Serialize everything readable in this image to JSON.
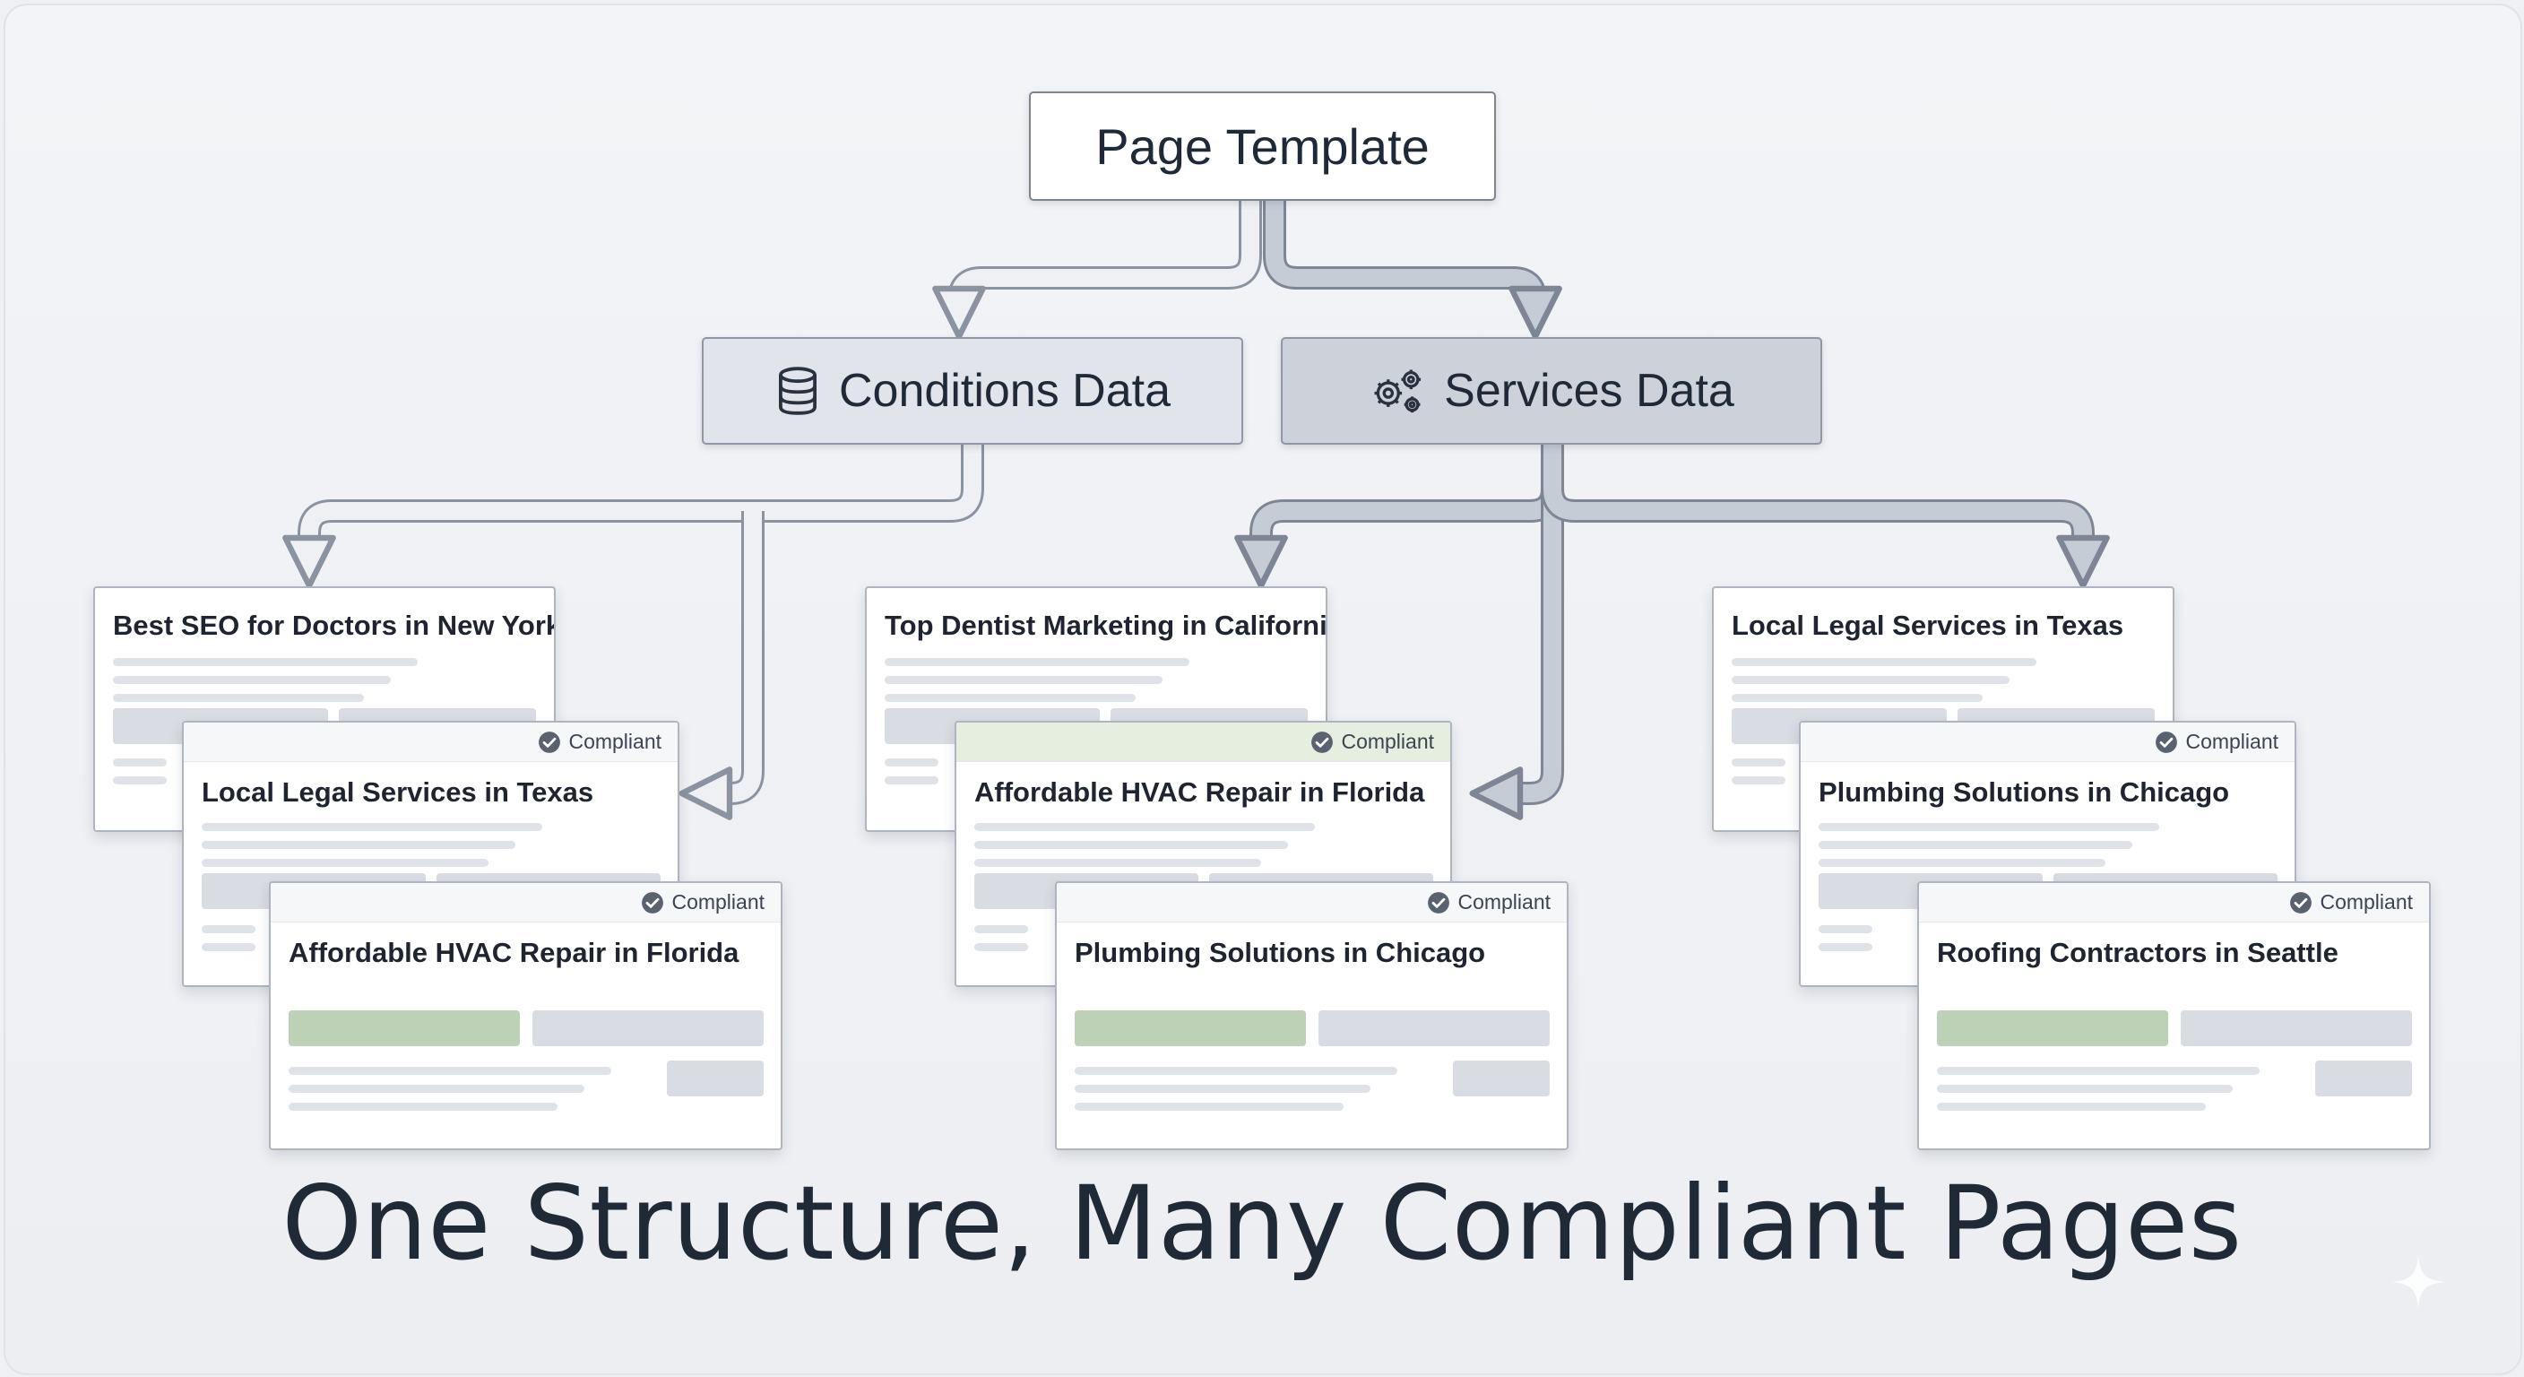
{
  "diagram": {
    "template_label": "Page Template",
    "conditions_label": "Conditions Data",
    "services_label": "Services Data",
    "headline": "One Structure, Many Compliant Pages",
    "compliant_label": "Compliant",
    "groups": [
      {
        "cards": [
          "Best SEO for Doctors in New York",
          "Local Legal Services in Texas",
          "Affordable HVAC Repair in Florida"
        ]
      },
      {
        "cards": [
          "Top Dentist Marketing in California",
          "Affordable HVAC Repair in Florida",
          "Plumbing Solutions in Chicago"
        ]
      },
      {
        "cards": [
          "Local Legal Services in Texas",
          "Plumbing Solutions in Chicago",
          "Roofing Contractors in Seattle"
        ]
      }
    ]
  },
  "icons": {
    "conditions": "database-icon",
    "services": "gears-icon",
    "badge": "check-circle-icon"
  },
  "colors": {
    "background": "#eef0f4",
    "accent_green": "#bcd1b6",
    "text_dark": "#1f2937",
    "services_fill": "#cdd2da",
    "conditions_fill": "#e1e4ea"
  }
}
